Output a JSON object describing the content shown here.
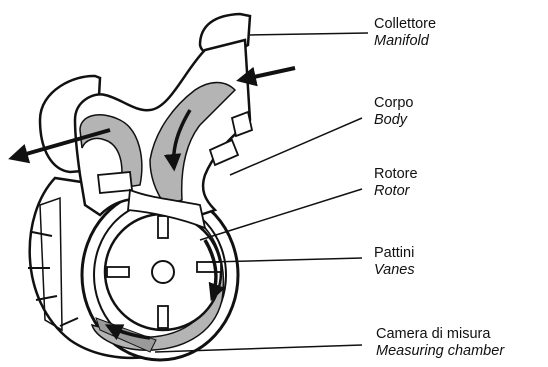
{
  "labels": {
    "manifold": {
      "italian": "Collettore",
      "english": "Manifold"
    },
    "body": {
      "italian": "Corpo",
      "english": "Body"
    },
    "rotor": {
      "italian": "Rotore",
      "english": "Rotor"
    },
    "vanes": {
      "italian": "Pattini",
      "english": "Vanes"
    },
    "chamber": {
      "italian": "Camera di misura",
      "english": "Measuring chamber"
    }
  },
  "colors": {
    "ink": "#111111",
    "shade": "#b4b4b4",
    "paper": "#ffffff"
  }
}
